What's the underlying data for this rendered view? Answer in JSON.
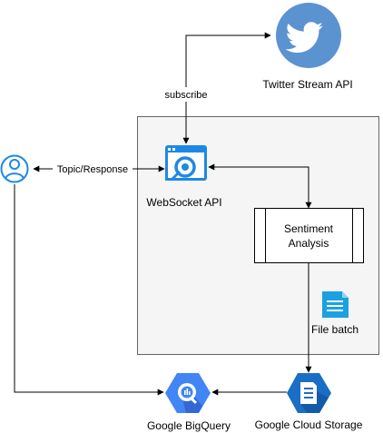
{
  "labels": {
    "twitter": "Twitter Stream API",
    "subscribe": "subscribe",
    "topic_response": "Topic/Response",
    "websocket": "WebSocket API",
    "sentiment_line1": "Sentiment",
    "sentiment_line2": "Analysis",
    "file_batch": "File batch",
    "bigquery": "Google BigQuery",
    "cloud_storage": "Google Cloud Storage"
  },
  "icons": {
    "twitter": "twitter-bird-icon",
    "user": "user-icon",
    "websocket": "websocket-api-icon",
    "file": "file-icon",
    "bigquery": "bigquery-icon",
    "cloud_storage": "cloud-storage-icon"
  },
  "colors": {
    "twitter_blue": "#5B93D1",
    "user_blue": "#1E88E5",
    "websocket_blue": "#1E88E5",
    "file_cyan": "#1BA1E2",
    "gcp_blue": "#4285F4",
    "storage_navy": "#1A6EC4",
    "panel_fill": "#F5F5F5",
    "panel_stroke": "#666666"
  }
}
